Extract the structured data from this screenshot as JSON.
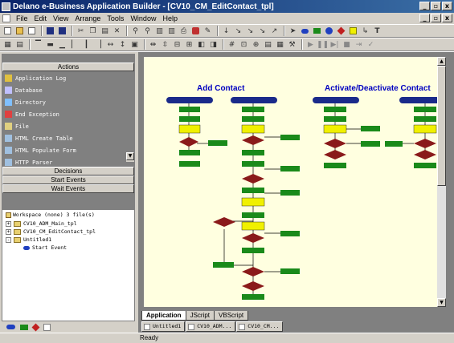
{
  "window": {
    "title": "Delano e-Business Application Builder - [CV10_CM_EditContact_tpl]",
    "controls": {
      "minimize": "_",
      "restore": "▫",
      "close": "x"
    }
  },
  "menu": [
    "File",
    "Edit",
    "View",
    "Arrange",
    "Tools",
    "Window",
    "Help"
  ],
  "actions_panel": {
    "header": "Actions",
    "items": [
      {
        "label": "Application Log",
        "icon": "log-icon",
        "color": "#e0c040"
      },
      {
        "label": "Database",
        "icon": "database-icon",
        "color": "#c0c0ff"
      },
      {
        "label": "Directory",
        "icon": "directory-icon",
        "color": "#80c0ff"
      },
      {
        "label": "End Exception",
        "icon": "end-exception-icon",
        "color": "#e04040"
      },
      {
        "label": "File",
        "icon": "file-icon",
        "color": "#e0d080"
      },
      {
        "label": "HTML Create Table",
        "icon": "table-icon",
        "color": "#a0c0e0"
      },
      {
        "label": "HTML Populate Form",
        "icon": "form-icon",
        "color": "#a0c0e0"
      },
      {
        "label": "HTTP Parser",
        "icon": "parser-icon",
        "color": "#a0c0e0"
      }
    ],
    "sections": [
      "Decisions",
      "Start Events",
      "Wait Events"
    ]
  },
  "workspace": {
    "header": "Workspace  (none)  3 file(s)",
    "items": [
      {
        "label": "CV10_ADM_Main_tpl",
        "expand": "+"
      },
      {
        "label": "CV10_CM_EditContact_tpl",
        "expand": "+"
      },
      {
        "label": "Untitled1",
        "expand": "-"
      }
    ],
    "child": "Start Event"
  },
  "canvas": {
    "titles": [
      "Add Contact",
      "Activate/Deactivate Contact"
    ]
  },
  "editor_tabs": [
    "Application",
    "JScript",
    "VBScript"
  ],
  "doc_tabs": [
    "Untitled1",
    "CV10_ADM...",
    "CV10_CM..."
  ],
  "status": "Ready",
  "colors": {
    "titlebar": "#0a246a",
    "canvas_bg": "#ffffe0",
    "node_green": "#1a8a1a",
    "node_yellow": "#f0f000",
    "node_decision": "#8a1a1a",
    "start_node": "#1a2a8a"
  }
}
